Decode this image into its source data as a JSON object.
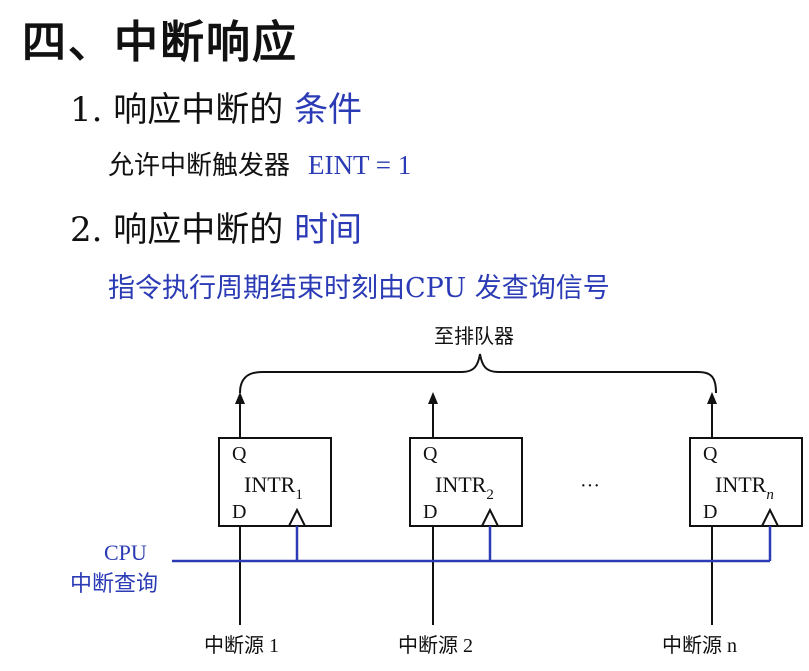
{
  "title": "四、中断响应",
  "item1": {
    "prefix": "1. 响应中断的 ",
    "highlight": "条件"
  },
  "condition": {
    "text": "允许中断触发器",
    "formula": "EINT = 1"
  },
  "item2": {
    "prefix": "2. 响应中断的 ",
    "highlight": "时间"
  },
  "timing": "指令执行周期结束时刻由CPU 发查询信号",
  "diagram": {
    "top_label": "至排队器",
    "cpu_label": "CPU",
    "query_label": "中断查询",
    "ellipsis": "···",
    "blocks": [
      {
        "q": "Q",
        "d": "D",
        "name": "INTR",
        "sub": "1",
        "source": "中断源 1"
      },
      {
        "q": "Q",
        "d": "D",
        "name": "INTR",
        "sub": "2",
        "source": "中断源 2"
      },
      {
        "q": "Q",
        "d": "D",
        "name": "INTR",
        "sub": "n",
        "source": "中断源 n"
      }
    ]
  },
  "colors": {
    "accent": "#2b3bb5",
    "text": "#111111"
  }
}
